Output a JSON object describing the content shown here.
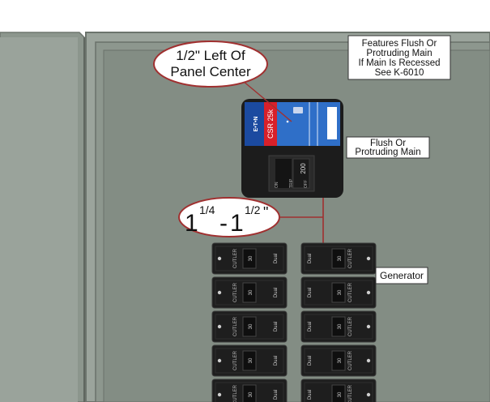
{
  "callouts": {
    "recess_note_lines": [
      "Features Flush Or",
      "Protruding Main",
      "If Main Is Recessed",
      "See K-6010"
    ],
    "left_of_center_lines": [
      "1/2\" Left Of",
      "Panel Center"
    ],
    "flush_main_lines": [
      "Flush Or",
      "Protruding Main"
    ],
    "generator": "Generator",
    "gap_whole_1": "1",
    "gap_frac_1": "1/4",
    "gap_dash": "-",
    "gap_whole_2": "1",
    "gap_frac_2": "1/2",
    "gap_quote": "\""
  },
  "main_breaker": {
    "model": "CSR 25k",
    "brand": "E•T•N",
    "rating": "200",
    "handle_labels": [
      "ON",
      "TRIP",
      "OFF"
    ]
  },
  "breakers": {
    "rating": "30",
    "brand": "CUTLER",
    "left": [
      {
        "label": "Dual"
      },
      {
        "label": "Dual"
      },
      {
        "label": "Dual"
      },
      {
        "label": "Dual"
      },
      {
        "label": "Dual"
      }
    ],
    "right": [
      {
        "label": "Dual"
      },
      {
        "label": "Dual"
      },
      {
        "label": "Dual"
      },
      {
        "label": "Dual"
      },
      {
        "label": "Dual"
      }
    ]
  },
  "colors": {
    "cabinet": "#8f9890",
    "panel_interior": "#8a948b",
    "main_red": "#d8202a",
    "main_blue": "#2f6fc8",
    "breaker_black": "#1e1e1e",
    "callout_red": "#a03030"
  }
}
